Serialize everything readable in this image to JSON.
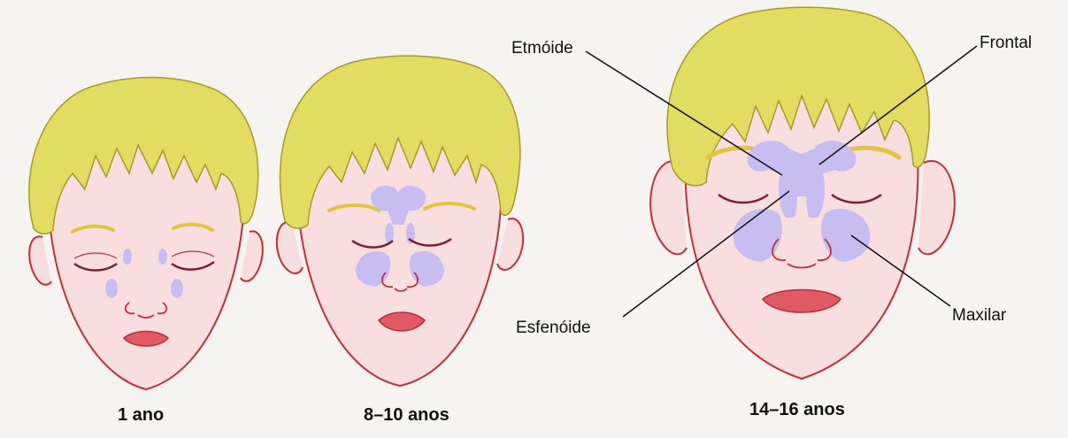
{
  "figures": [
    {
      "age_caption": "1 ano"
    },
    {
      "age_caption": "8–10 anos"
    },
    {
      "age_caption": "14–16 anos"
    }
  ],
  "sinus_labels": {
    "ethmoid": "Etmóide",
    "frontal": "Frontal",
    "sphenoid": "Esfenóide",
    "maxillary": "Maxilar"
  },
  "colors": {
    "background": "#f7f3f1",
    "skin": "#f8dede",
    "outline": "#c0303a",
    "hair": "#e2dc62",
    "sinus": "#c7bdf0",
    "lips": "#e05a66",
    "eyebrow": "#e0c640"
  }
}
